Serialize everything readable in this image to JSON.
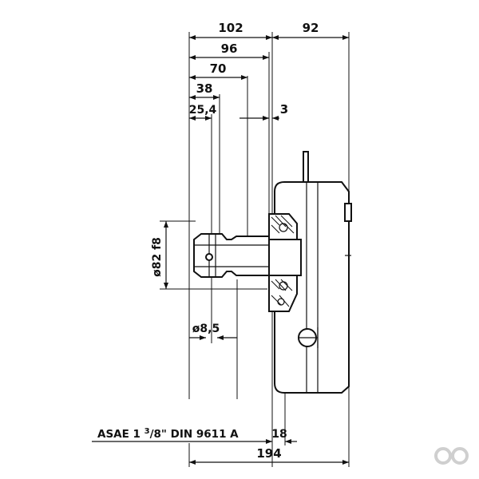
{
  "drawing": {
    "dims": {
      "d102": "102",
      "d92": "92",
      "d96": "96",
      "d70": "70",
      "d38": "38",
      "d25": "25,4",
      "d3": "3",
      "d82": "ø82 f8",
      "d85": "ø8,5",
      "d18": "18",
      "d194": "194"
    },
    "spec_label": "ASAE 1 3/8\" DIN 9611 A",
    "spec": {
      "a": "ASAE 1 ",
      "sup": "3",
      "b": "/8\" DIN 9611 A"
    },
    "logo_alt": "oo"
  }
}
